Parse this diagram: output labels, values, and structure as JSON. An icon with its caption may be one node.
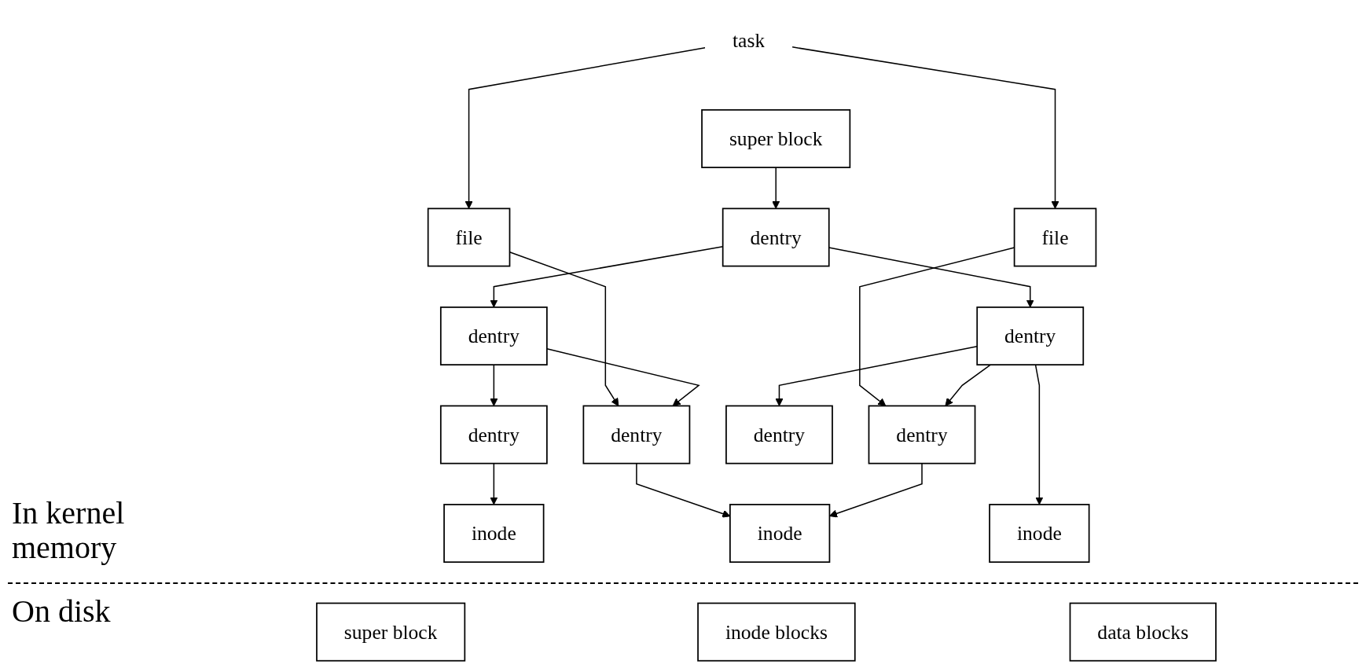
{
  "diagram": {
    "nodes": [
      {
        "text": [
          "super block"
        ]
      },
      {
        "text": [
          "dentry"
        ]
      },
      {
        "text": [
          "file"
        ]
      },
      {
        "text": [
          "task"
        ]
      },
      {
        "text": [
          "dentry"
        ]
      },
      {
        "text": [
          "dentry"
        ]
      },
      {
        "text": [
          "file"
        ]
      },
      {
        "text": [
          "dentry"
        ]
      },
      {
        "text": [
          "dentry"
        ]
      },
      {
        "text": [
          "dentry"
        ]
      },
      {
        "text": [
          "dentry"
        ]
      },
      {
        "text": [
          "inode"
        ]
      },
      {
        "text": [
          "inode"
        ]
      },
      {
        "text": [
          "inode"
        ]
      },
      {
        "text": [
          "super block"
        ]
      },
      {
        "text": [
          "inode blocks"
        ]
      },
      {
        "text": [
          "data blocks"
        ]
      }
    ],
    "edges": [
      {
        "from": 0,
        "to": 1,
        "arrow": "to"
      },
      {
        "from": 3,
        "to": 2,
        "arrow": "to"
      },
      {
        "from": 3,
        "to": 6,
        "arrow": "to"
      },
      {
        "from": 1,
        "to": 4,
        "arrow": "to"
      },
      {
        "from": 1,
        "to": 5,
        "arrow": "to"
      },
      {
        "from": 2,
        "to": 10,
        "arrow": "to"
      },
      {
        "from": 6,
        "to": 8,
        "arrow": "to"
      },
      {
        "from": 4,
        "to": 7,
        "arrow": "to"
      },
      {
        "from": 4,
        "to": 8,
        "arrow": "to"
      },
      {
        "from": 5,
        "to": 9,
        "arrow": "to"
      },
      {
        "from": 5,
        "to": 10,
        "arrow": "to"
      },
      {
        "from": 5,
        "to": 13,
        "arrow": "to"
      },
      {
        "from": 7,
        "to": 11,
        "arrow": "to"
      },
      {
        "from": 8,
        "to": 12,
        "arrow": "to"
      },
      {
        "from": 10,
        "to": 12,
        "arrow": "to"
      }
    ],
    "labels": [
      "In kernel memory",
      "On disk"
    ]
  }
}
